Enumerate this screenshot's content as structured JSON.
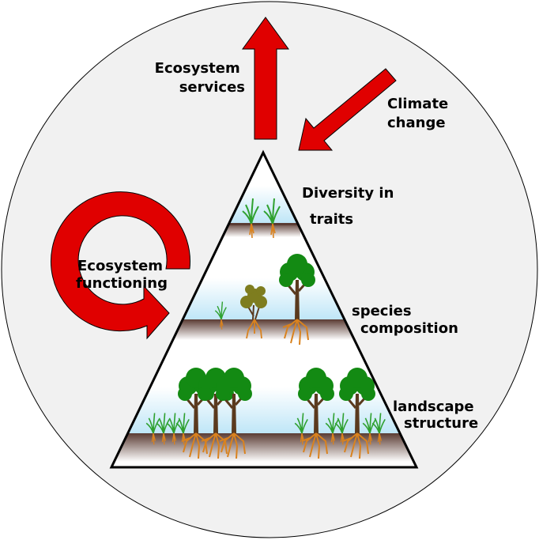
{
  "labels": {
    "ecosystem_services": [
      "Ecosystem",
      "services"
    ],
    "climate_change": [
      "Climate",
      "change"
    ],
    "ecosystem_functioning": [
      "Ecosystem",
      "functioning"
    ],
    "diversity_in_traits": [
      "Diversity in",
      "traits"
    ],
    "species_composition": [
      "species",
      "composition"
    ],
    "landscape_structure": [
      "landscape",
      "structure"
    ]
  },
  "colors": {
    "circle_fill": "#f1f1f1",
    "arrow_red": "#e00000",
    "sky": "#bfe6f7",
    "soil": "#6a4a42",
    "tree_green": "#138a13",
    "shrub_olive": "#7e7d1f",
    "trunk": "#5a3a1e",
    "roots": "#d9821e",
    "grass": "#2fa12f"
  },
  "icons": [
    "grass-icon",
    "shrub-icon",
    "tree-icon"
  ]
}
